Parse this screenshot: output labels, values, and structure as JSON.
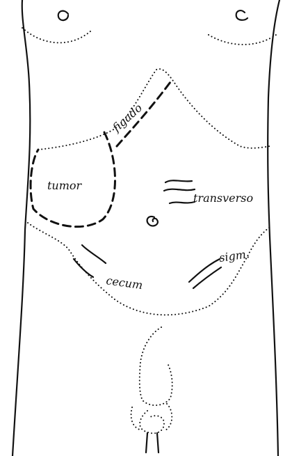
{
  "figure": {
    "labels": {
      "liver": "figado",
      "tumor": "tumor",
      "transverse_colon": "transverso",
      "cecum": "cecum",
      "sigmoid": "sigm."
    },
    "ink_color": "#111111",
    "background": "#ffffff"
  }
}
